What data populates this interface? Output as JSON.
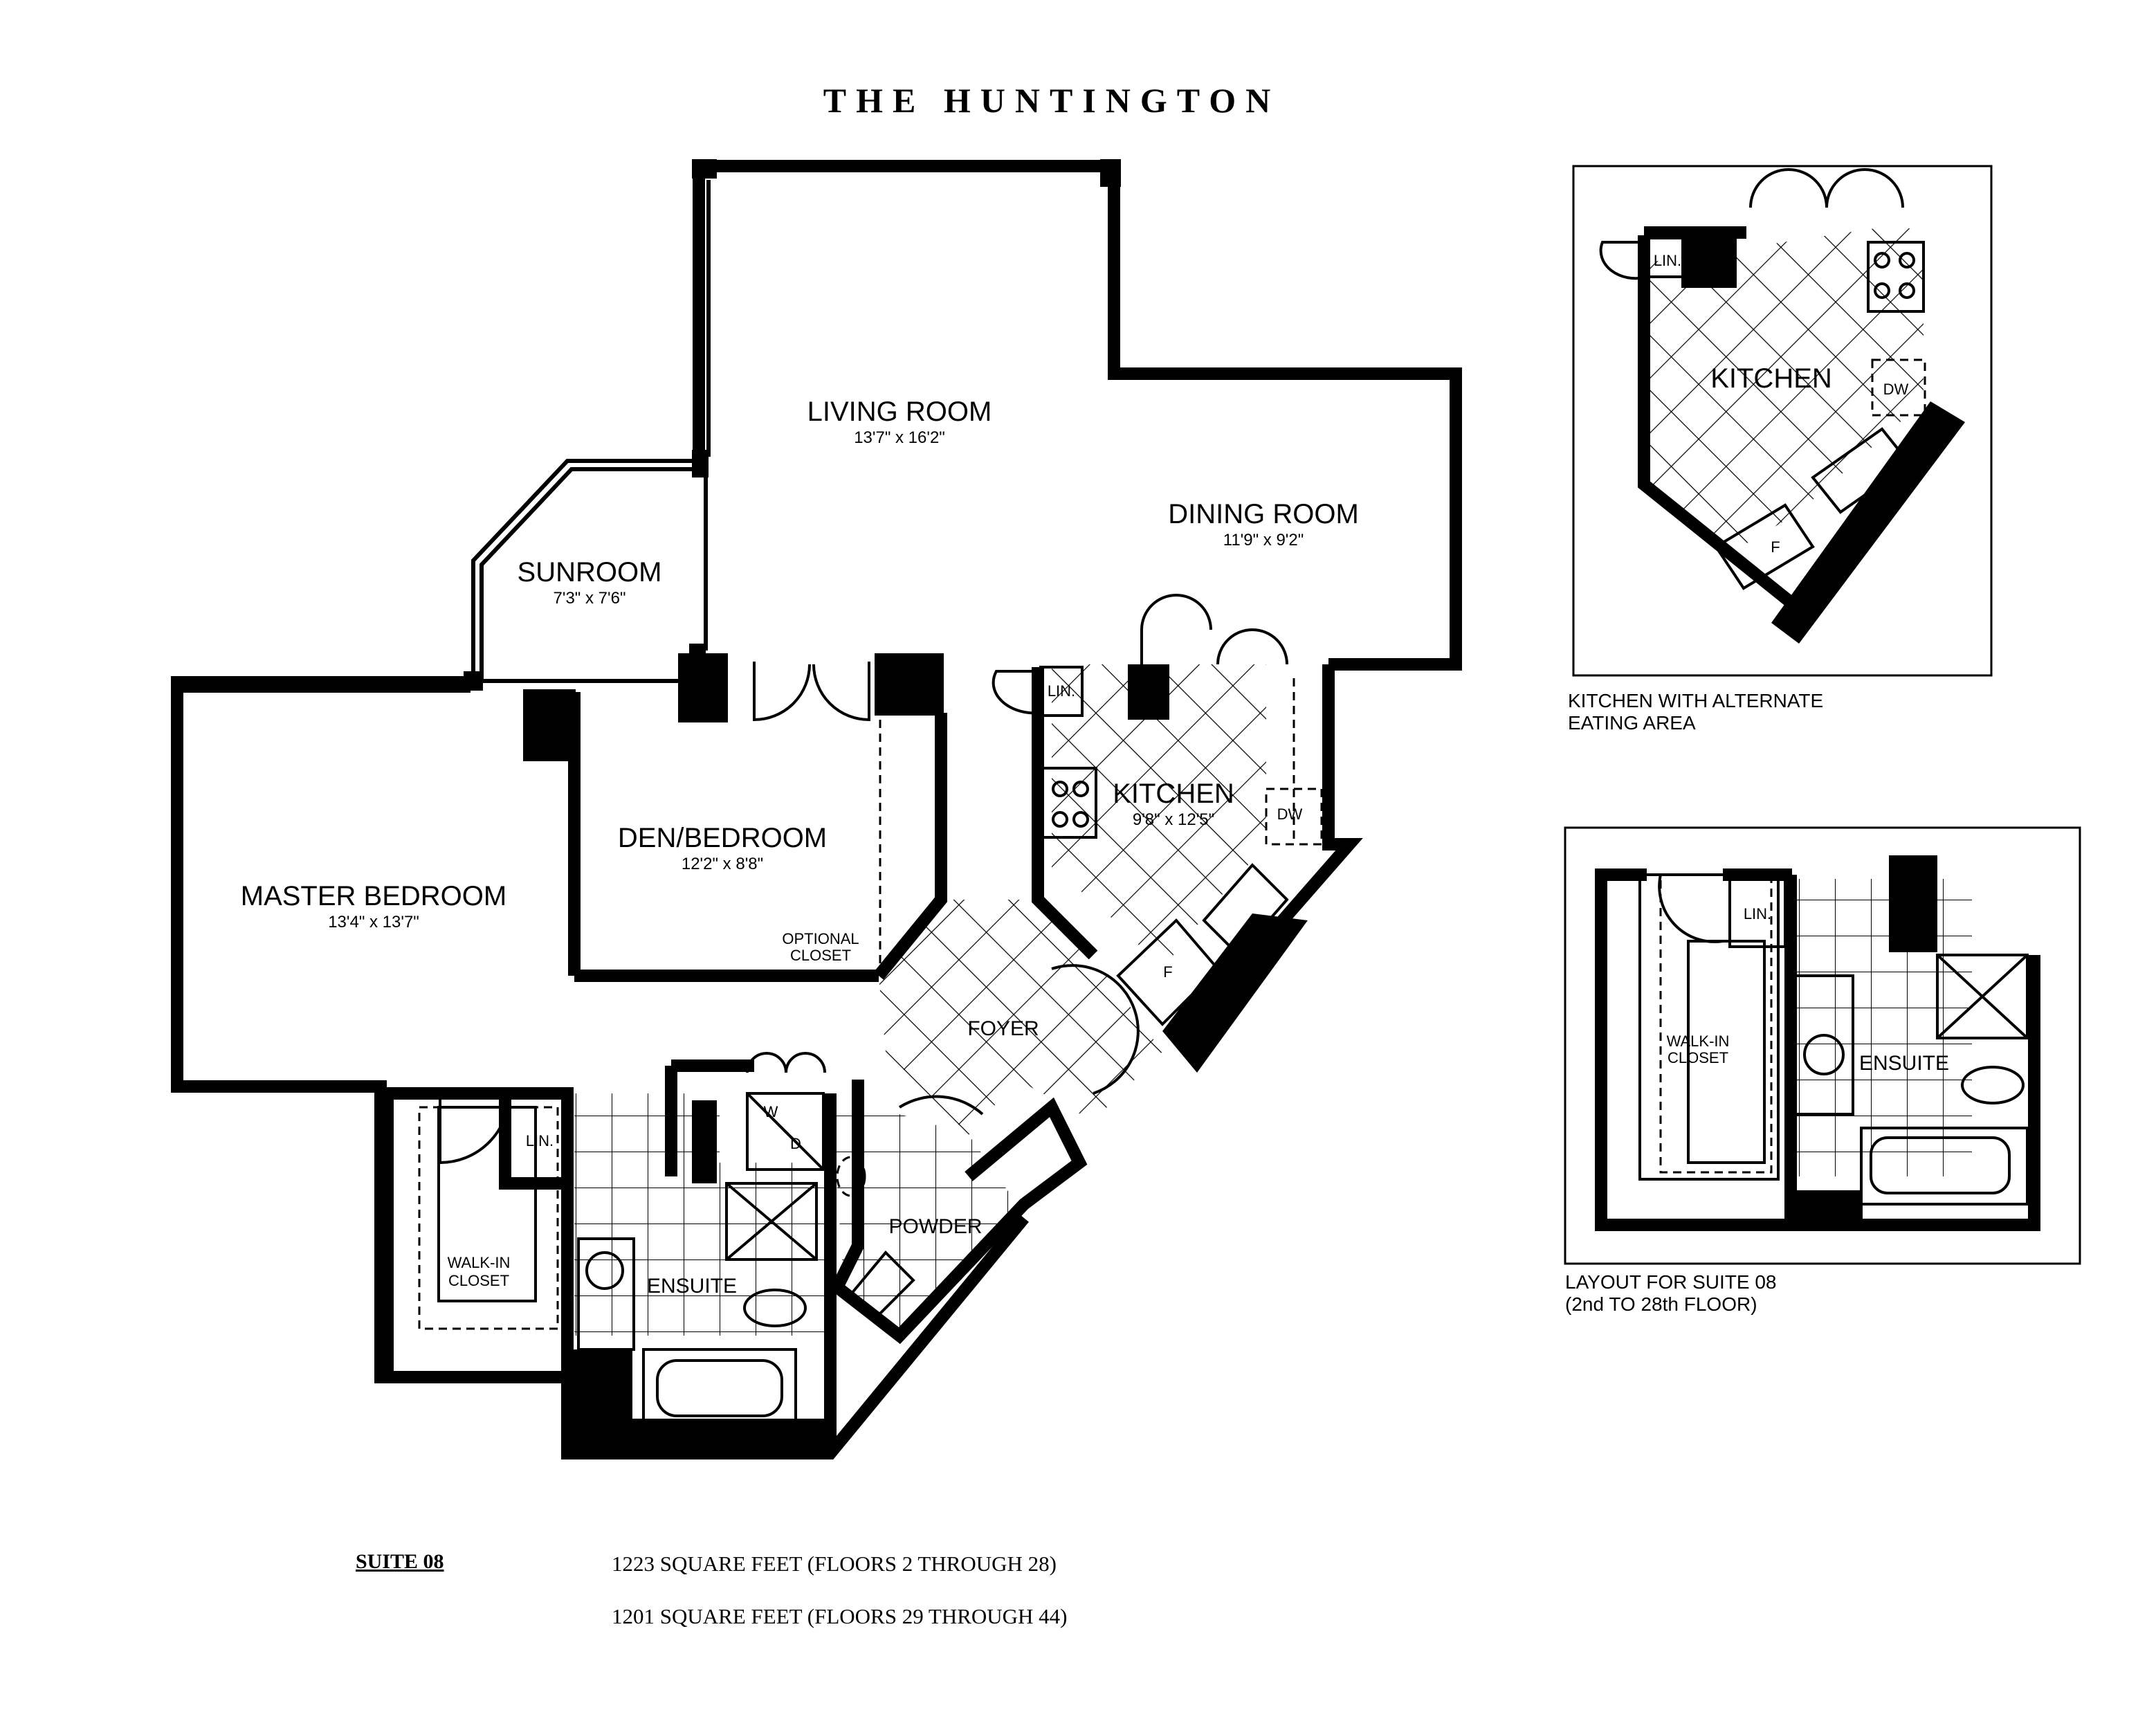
{
  "title": "THE HUNTINGTON",
  "rooms": {
    "living": {
      "name": "LIVING ROOM",
      "dims": "13'7\" x 16'2\""
    },
    "dining": {
      "name": "DINING ROOM",
      "dims": "11'9\" x 9'2\""
    },
    "sunroom": {
      "name": "SUNROOM",
      "dims": "7'3\" x 7'6\""
    },
    "master": {
      "name": "MASTER BEDROOM",
      "dims": "13'4\" x 13'7\""
    },
    "den": {
      "name": "DEN/BEDROOM",
      "dims": "12'2\" x 8'8\""
    },
    "kitchen": {
      "name": "KITCHEN",
      "dims": "9'8\" x 12'5\""
    },
    "foyer": {
      "name": "FOYER"
    },
    "powder": {
      "name": "POWDER"
    },
    "ensuite": {
      "name": "ENSUITE"
    },
    "walkin_line1": "WALK-IN",
    "walkin_line2": "CLOSET",
    "optional_line1": "OPTIONAL",
    "optional_line2": "CLOSET",
    "lin": "LIN.",
    "dw": "DW",
    "fridge": "F",
    "washer": "W",
    "dryer": "D"
  },
  "inset_kitchen": {
    "label": "KITCHEN",
    "lin": "LIN.",
    "dw": "DW",
    "fridge": "F",
    "caption_line1": "KITCHEN WITH ALTERNATE",
    "caption_line2": "EATING AREA"
  },
  "inset_suite": {
    "walkin_line1": "WALK-IN",
    "walkin_line2": "CLOSET",
    "lin": "LIN.",
    "ensuite": "ENSUITE",
    "caption_line1": "LAYOUT FOR SUITE 08",
    "caption_line2": "(2nd TO 28th FLOOR)"
  },
  "footer": {
    "suite": "SUITE 08",
    "line1": "1223 SQUARE FEET (FLOORS 2 THROUGH 28)",
    "line2": "1201 SQUARE FEET (FLOORS 29 THROUGH 44)"
  }
}
